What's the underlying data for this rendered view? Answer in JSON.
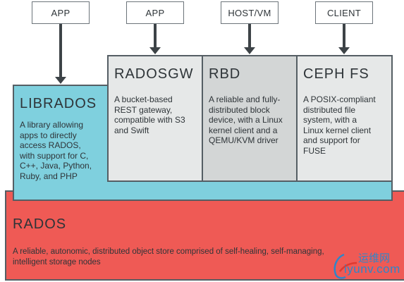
{
  "entry_points": {
    "app_left": "APP",
    "app_right": "APP",
    "host_vm": "HOST/VM",
    "client": "CLIENT"
  },
  "librados": {
    "title": "LIBRADOS",
    "desc": [
      "A library allowing",
      "apps to directly",
      "access RADOS,",
      "with support for C,",
      "C++, Java, Python,",
      "Ruby, and PHP"
    ]
  },
  "radosgw": {
    "title": "RADOSGW",
    "desc": [
      "A bucket-based",
      "REST gateway,",
      "compatible with S3",
      "and Swift"
    ]
  },
  "rbd": {
    "title": "RBD",
    "desc": [
      "A reliable and fully-",
      "distributed block",
      "device, with a Linux",
      "kernel client and a",
      "QEMU/KVM driver"
    ]
  },
  "cephfs": {
    "title": "CEPH FS",
    "desc": [
      "A POSIX-compliant",
      "distributed file",
      "system, with a",
      "Linux kernel client",
      "and support for",
      "FUSE"
    ]
  },
  "rados": {
    "title": "RADOS",
    "desc": [
      "A reliable, autonomic, distributed object store comprised of self-healing, self-managing,",
      "intelligent storage nodes"
    ]
  },
  "watermark": {
    "line1": "运维网",
    "line2": "iyunv.com"
  },
  "colors": {
    "rados": "#ef5a55",
    "librados": "#7fd0de",
    "radosgw": "#e6e8e8",
    "rbd": "#d3d6d6",
    "cephfs": "#e6e8e8",
    "border": "#555e64"
  }
}
